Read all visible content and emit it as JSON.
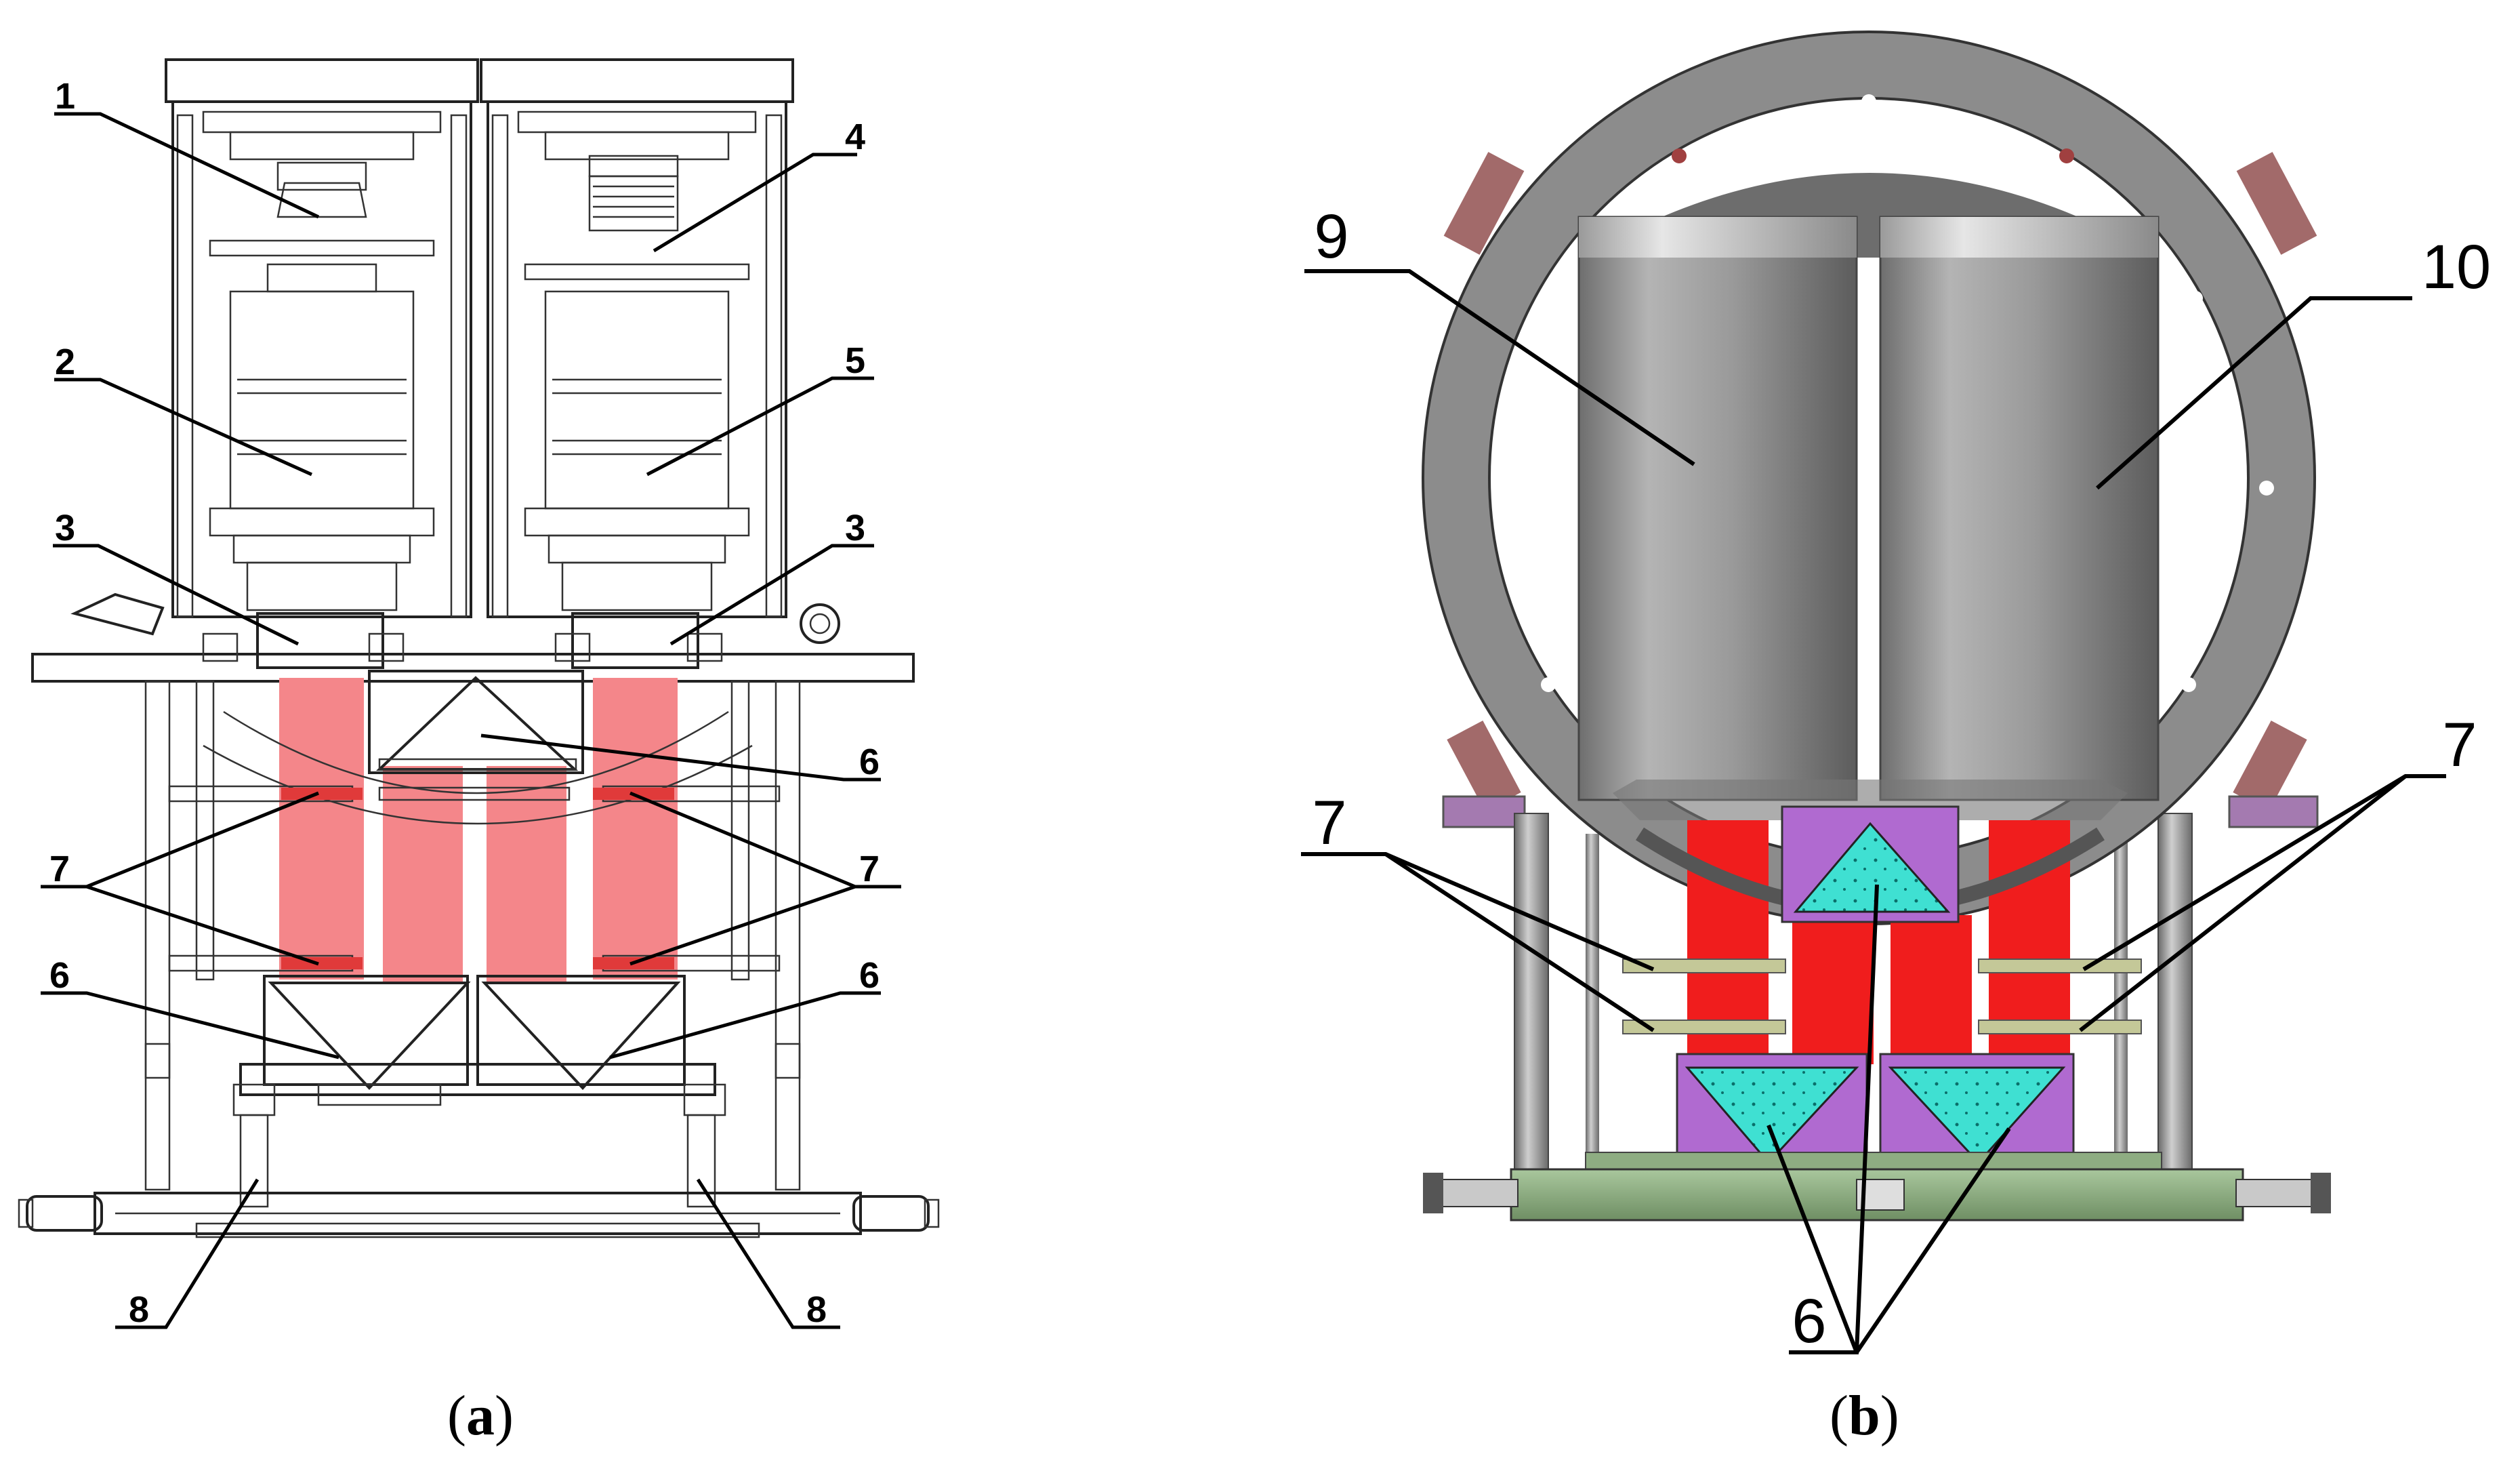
{
  "panels": {
    "a": {
      "caption_open": "(",
      "caption_letter": "a",
      "caption_close": ")",
      "labels": [
        "1",
        "2",
        "3",
        "4",
        "5",
        "3",
        "6",
        "7",
        "7",
        "6",
        "6",
        "8",
        "8"
      ]
    },
    "b": {
      "caption_open": "(",
      "caption_letter": "b",
      "caption_close": ")",
      "labels": [
        "9",
        "10",
        "7",
        "7",
        "6"
      ]
    }
  },
  "colors": {
    "red_stack_a": "#f4868a",
    "red_stack_b": "#f01d1d",
    "ring_gray": "#8c8c8c",
    "cylinder_gray": "#9a9a9a",
    "prism_cyan": "#2fd9cf",
    "prism_frame_purple": "#b06ad0",
    "base_green": "#8ead82",
    "plate_olive": "#c4c898"
  }
}
